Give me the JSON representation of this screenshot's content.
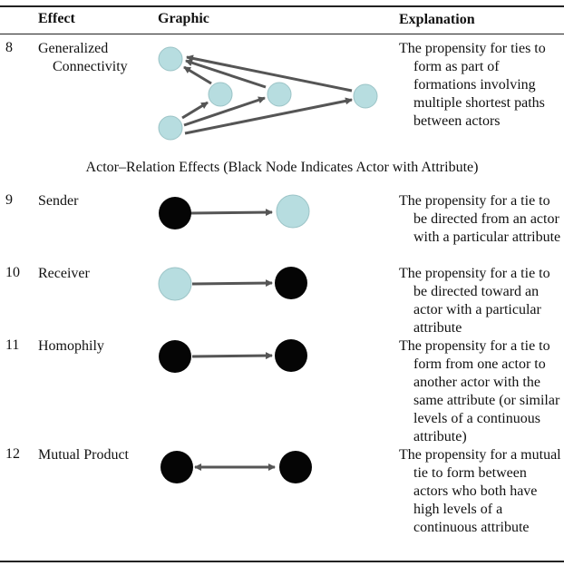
{
  "headers": {
    "effect": "Effect",
    "graphic": "Graphic",
    "explanation": "Explanation"
  },
  "section_title": "Actor–Relation Effects (Black Node Indicates Actor with Attribute)",
  "rows": [
    {
      "number": "8",
      "effect": "Generalized Connectivity",
      "explanation": "The propensity for ties to form as part of formations involving multiple shortest paths between actors"
    },
    {
      "number": "9",
      "effect": "Sender",
      "explanation": "The propensity for a tie to be directed from an actor with a particular attribute"
    },
    {
      "number": "10",
      "effect": "Receiver",
      "explanation": "The propensity for a tie to be directed toward an actor with a particular attribute"
    },
    {
      "number": "11",
      "effect": "Homophily",
      "explanation": "The propensity for a tie to form from one actor to another actor with the same attribute (or similar levels of a continuous attribute)"
    },
    {
      "number": "12",
      "effect": "Mutual Product",
      "explanation": "The propensity for a mutual tie to form between actors who both have high levels of a continuous attribute"
    }
  ],
  "colors": {
    "light_node": "#b7dde0",
    "light_stroke": "#9cc4c7",
    "dark_node": "#050505",
    "edge": "#555555"
  }
}
